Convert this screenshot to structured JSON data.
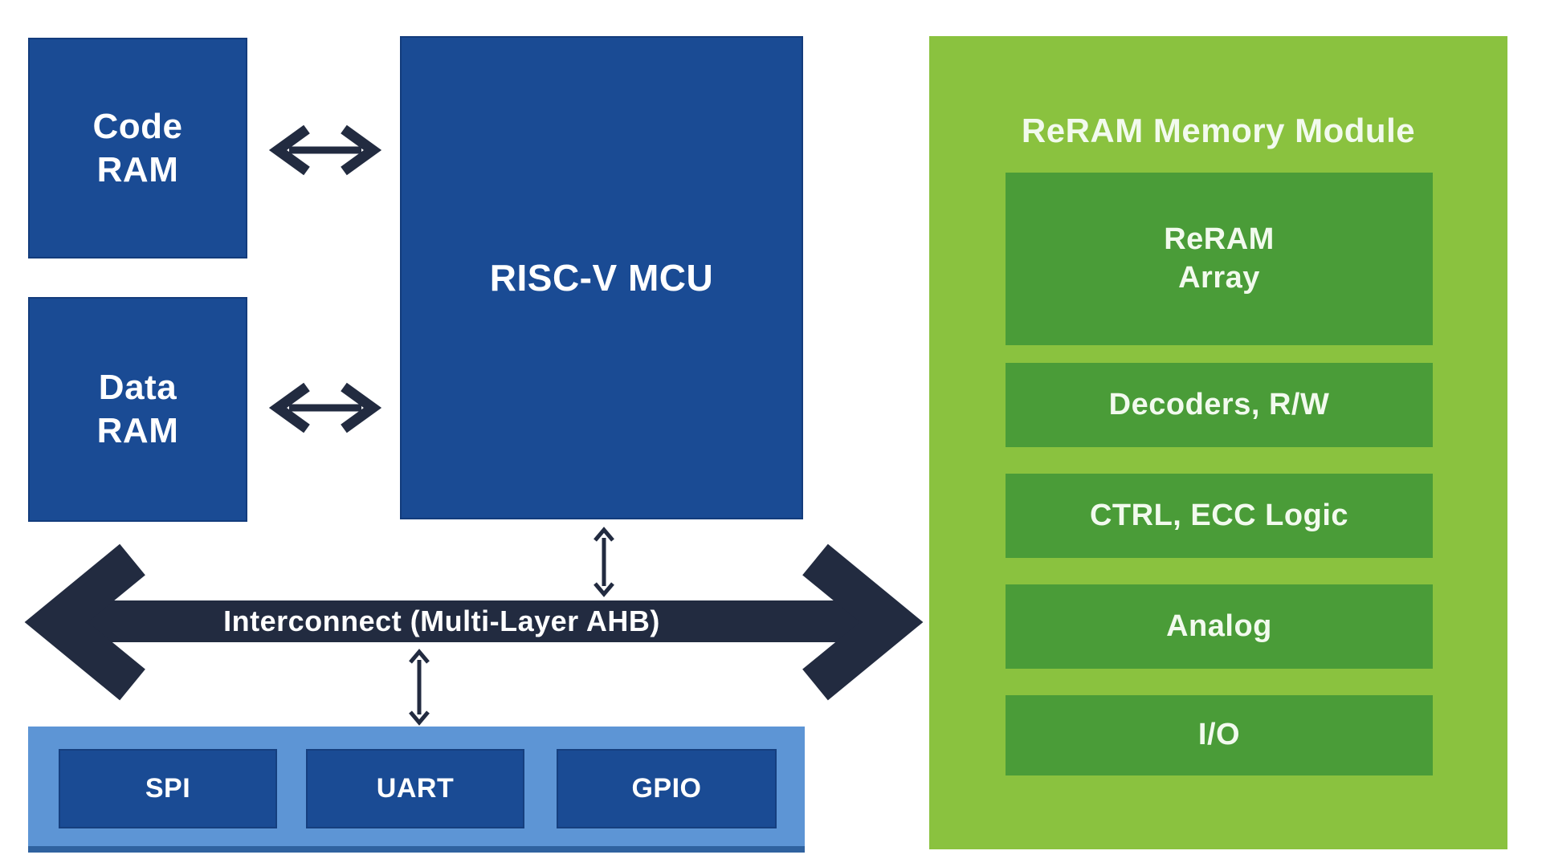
{
  "blocks": {
    "code_ram": {
      "label": "Code\nRAM"
    },
    "data_ram": {
      "label": "Data\nRAM"
    },
    "mcu": {
      "label": "RISC-V MCU"
    },
    "interconnect": {
      "label": "Interconnect (Multi-Layer AHB)"
    },
    "peripherals": {
      "items": [
        {
          "label": "SPI"
        },
        {
          "label": "UART"
        },
        {
          "label": "GPIO"
        }
      ]
    },
    "reram_module": {
      "title": "ReRAM Memory Module",
      "blocks": [
        {
          "label": "ReRAM\nArray"
        },
        {
          "label": "Decoders, R/W"
        },
        {
          "label": "CTRL, ECC Logic"
        },
        {
          "label": "Analog"
        },
        {
          "label": "I/O"
        }
      ]
    }
  },
  "colors": {
    "dark_blue": "#1a4b94",
    "navy_arrow": "#222b40",
    "light_blue": "#5d95d5",
    "light_blue_edge": "#2f629f",
    "green_light": "#8ac23f",
    "green_dark": "#4a9c38",
    "text_on_blue": "#ffffff",
    "text_on_green": "#f2faee",
    "background": "#ffffff"
  }
}
